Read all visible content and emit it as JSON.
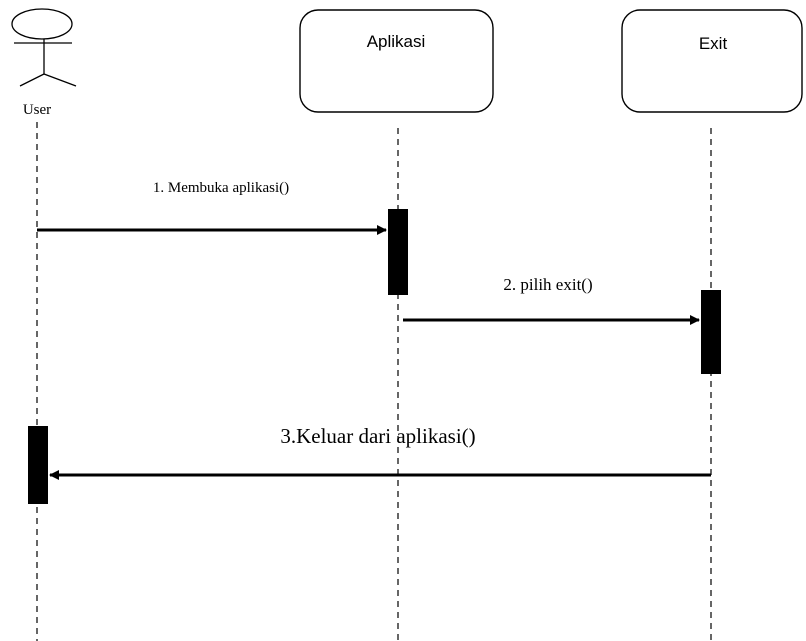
{
  "diagram": {
    "type": "sequence",
    "participants": [
      {
        "id": "user",
        "label": "User",
        "kind": "actor"
      },
      {
        "id": "aplikasi",
        "label": "Aplikasi",
        "kind": "object"
      },
      {
        "id": "exit",
        "label": "Exit",
        "kind": "object"
      }
    ],
    "messages": [
      {
        "from": "user",
        "to": "aplikasi",
        "label": "1. Membuka aplikasi()"
      },
      {
        "from": "aplikasi",
        "to": "exit",
        "label": "2. pilih exit()"
      },
      {
        "from": "exit",
        "to": "user",
        "label": "3.Keluar dari aplikasi()"
      }
    ]
  },
  "colors": {
    "stroke": "#000000",
    "background": "#ffffff"
  }
}
